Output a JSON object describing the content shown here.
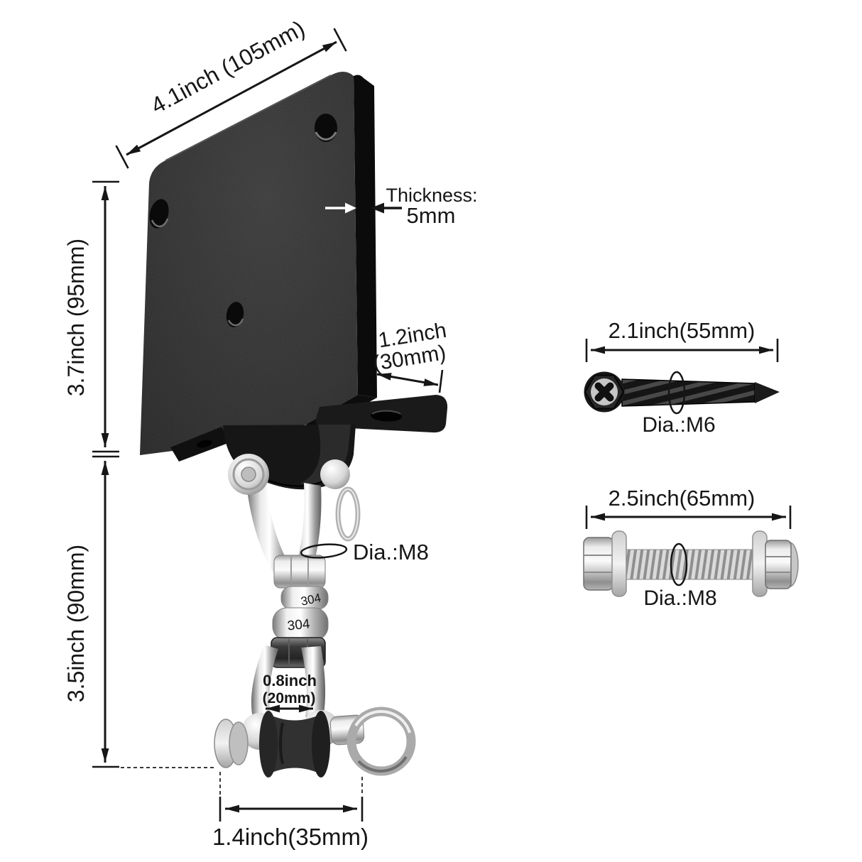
{
  "bracket_diagram": {
    "width_dim": "4.1inch (105mm)",
    "upper_height_dim": "3.7inch (95mm)",
    "lower_height_dim": "3.5inch (90mm)",
    "thickness_label": "Thickness:",
    "thickness_value": "5mm",
    "flange_dim_line1": "1.2inch",
    "flange_dim_line2": "(30mm)",
    "swivel_dia_label": "Dia.:M8",
    "pulley_dim_line1": "0.8inch",
    "pulley_dim_line2": "(20mm)",
    "bottom_width_dim": "1.4inch(35mm)",
    "swivel_stamps": [
      "304",
      "304"
    ]
  },
  "hardware": {
    "wood_screw": {
      "length_dim": "2.1inch(55mm)",
      "diameter_label": "Dia.:M6"
    },
    "hex_bolt": {
      "length_dim": "2.5inch(65mm)",
      "diameter_label": "Dia.:M8"
    }
  },
  "colors": {
    "background": "#ffffff",
    "dimension_lines": "#161616",
    "bracket_black": "#2c2c2c",
    "steel_silver": "#c9c9c9"
  }
}
